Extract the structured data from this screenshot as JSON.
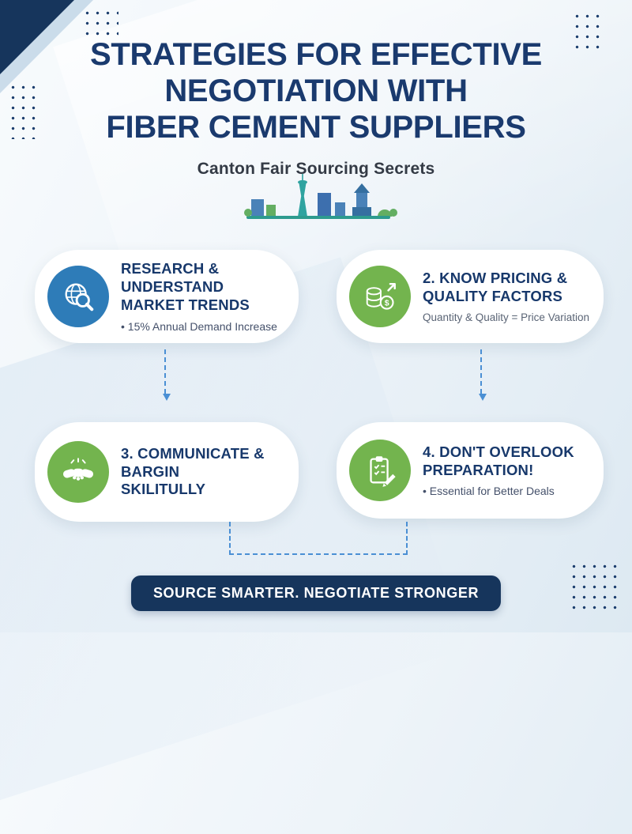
{
  "header": {
    "title_lines": [
      "STRATEGIES FOR EFFECTIVE",
      "NEGOTIATION WITH",
      "FIBER CEMENT SUPPLIERS"
    ],
    "subtitle": "Canton Fair Sourcing Secrets"
  },
  "cards": [
    {
      "title": "RESEARCH & UNDERSTAND\nMARKET TRENDS",
      "detail": "• 15% Annual Demand Increase",
      "icon": "globe-magnifier-icon",
      "icon_bg": "#2e7cb8"
    },
    {
      "title": "2. KNOW PRICING &\nQUALITY FACTORS",
      "detail": "Quantity & Quality = Price Variation",
      "icon": "coins-growth-icon",
      "icon_bg": "#73b44e"
    },
    {
      "title": "3. COMMUNICATE &\nBARGIN\nSKILITULLY",
      "detail": "",
      "icon": "handshake-icon",
      "icon_bg": "#73b44e"
    },
    {
      "title": "4. DON'T OVERLOOK\nPREPARATION!",
      "detail": "• Essential for Better Deals",
      "icon": "checklist-pencil-icon",
      "icon_bg": "#73b44e"
    }
  ],
  "footer": {
    "banner": "SOURCE SMARTER. NEGOTIATE STRONGER"
  },
  "colors": {
    "navy": "#16355c",
    "title_navy": "#1a3a6e",
    "accent_blue": "#2e7cb8",
    "accent_green": "#73b44e",
    "arrow_blue": "#4a8fd4"
  }
}
